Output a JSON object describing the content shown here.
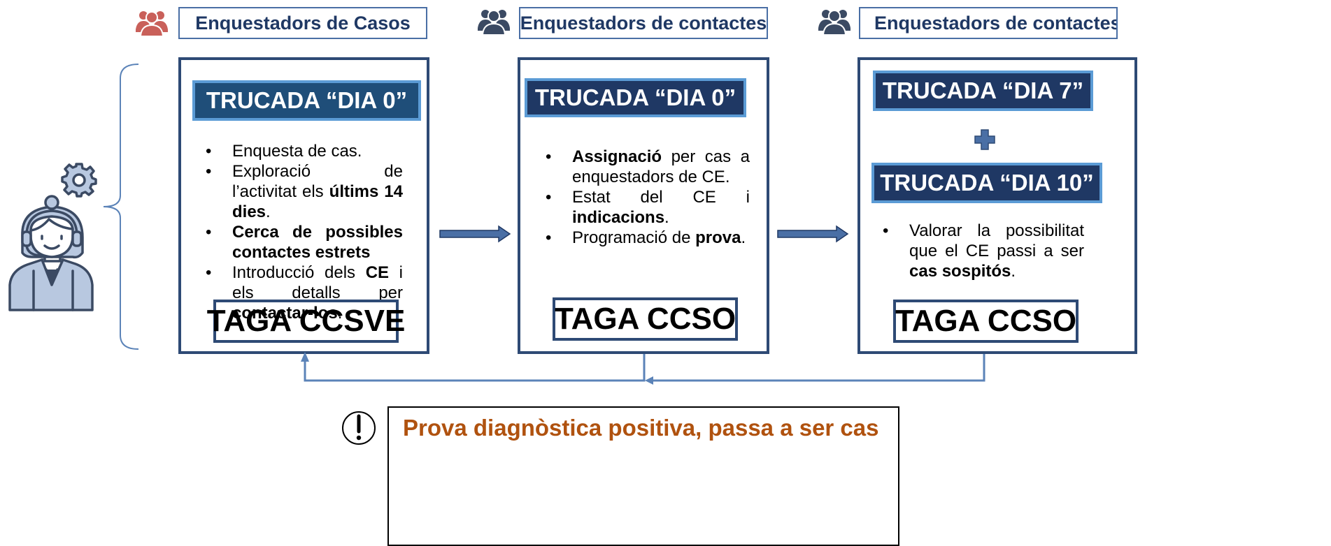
{
  "colors": {
    "accent_dark": "#1f3864",
    "accent_mid": "#4a6fa5",
    "call_border": "#5b9bd5",
    "alert_text": "#b0520f",
    "case_team_icon": "#c9605a",
    "contact_team_icon": "#3b4a63"
  },
  "icons": {
    "agent": "call-center-agent-with-gear",
    "team_cases": "group-icon-red",
    "team_contacts": "group-icon-navy",
    "alert": "exclamation-circle-icon",
    "plus": "plus-icon"
  },
  "stages": [
    {
      "team": "Enquestadors de Casos",
      "calls": [
        "TRUCADA “DIA 0”"
      ],
      "bullets": [
        [
          {
            "t": "Enquesta de cas."
          }
        ],
        [
          {
            "t": "Exploració de l’activitat els "
          },
          {
            "t": "últims 14 dies",
            "b": true
          },
          {
            "t": "."
          }
        ],
        [
          {
            "t": "Cerca de possibles contactes estrets",
            "b": true
          }
        ],
        [
          {
            "t": "Introducció dels "
          },
          {
            "t": "CE",
            "b": true
          },
          {
            "t": " i els detalls per "
          },
          {
            "t": "contactar-los",
            "b": true
          },
          {
            "t": "."
          }
        ]
      ],
      "taga": "TAGA CCSVE"
    },
    {
      "team": "Enquestadors de contactes",
      "calls": [
        "TRUCADA “DIA 0”"
      ],
      "bullets": [
        [
          {
            "t": "Assignació",
            "b": true
          },
          {
            "t": " per cas a enquestadors de CE."
          }
        ],
        [
          {
            "t": "Estat del CE i "
          },
          {
            "t": "indicacions",
            "b": true
          },
          {
            "t": "."
          }
        ],
        [
          {
            "t": "Programació de "
          },
          {
            "t": "prova",
            "b": true
          },
          {
            "t": "."
          }
        ]
      ],
      "taga": "TAGA CCSO"
    },
    {
      "team": "Enquestadors de contactes",
      "calls": [
        "TRUCADA “DIA 7”",
        "TRUCADA “DIA 10”"
      ],
      "bullets": [
        [
          {
            "t": "Valorar la possibilitat que el CE passi a ser "
          },
          {
            "t": "cas sospitós",
            "b": true
          },
          {
            "t": "."
          }
        ]
      ],
      "taga": "TAGA CCSO"
    }
  ],
  "alert": {
    "text": "Prova diagnòstica positiva, passa a ser cas"
  }
}
